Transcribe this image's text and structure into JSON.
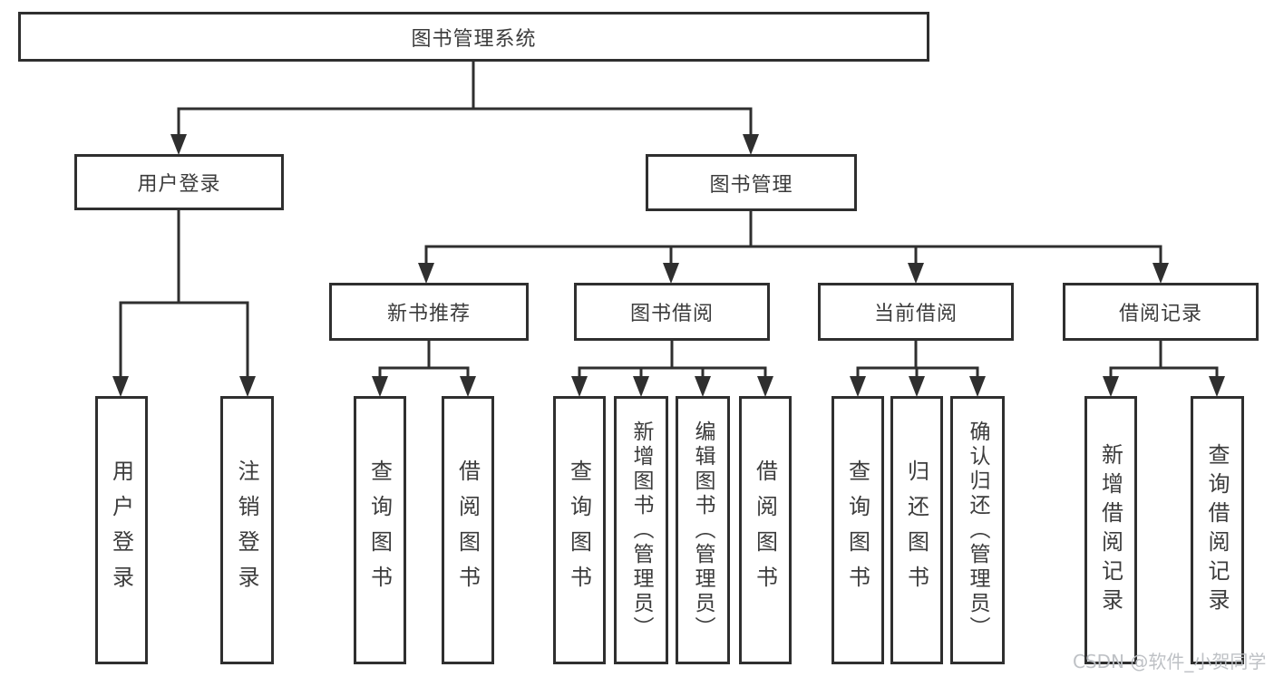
{
  "diagram": {
    "title": "图书管理系统",
    "tree": {
      "label": "图书管理系统",
      "children": [
        {
          "label": "用户登录",
          "children": [
            {
              "label": "用户登录"
            },
            {
              "label": "注销登录"
            }
          ]
        },
        {
          "label": "图书管理",
          "children": [
            {
              "label": "新书推荐",
              "children": [
                {
                  "label": "查询图书"
                },
                {
                  "label": "借阅图书"
                }
              ]
            },
            {
              "label": "图书借阅",
              "children": [
                {
                  "label": "查询图书"
                },
                {
                  "label": "新增图书（管理员）"
                },
                {
                  "label": "编辑图书（管理员）"
                },
                {
                  "label": "借阅图书"
                }
              ]
            },
            {
              "label": "当前借阅",
              "children": [
                {
                  "label": "查询图书"
                },
                {
                  "label": "归还图书"
                },
                {
                  "label": "确认归还（管理员）"
                }
              ]
            },
            {
              "label": "借阅记录",
              "children": [
                {
                  "label": "新增借阅记录"
                },
                {
                  "label": "查询借阅记录"
                }
              ]
            }
          ]
        }
      ]
    }
  },
  "watermark": {
    "text": "CSDN @软件_小贺同学"
  },
  "colors": {
    "line": "#2f2f2f",
    "text": "#3c3c3c",
    "background": "#ffffff",
    "watermark": "#babec2"
  }
}
